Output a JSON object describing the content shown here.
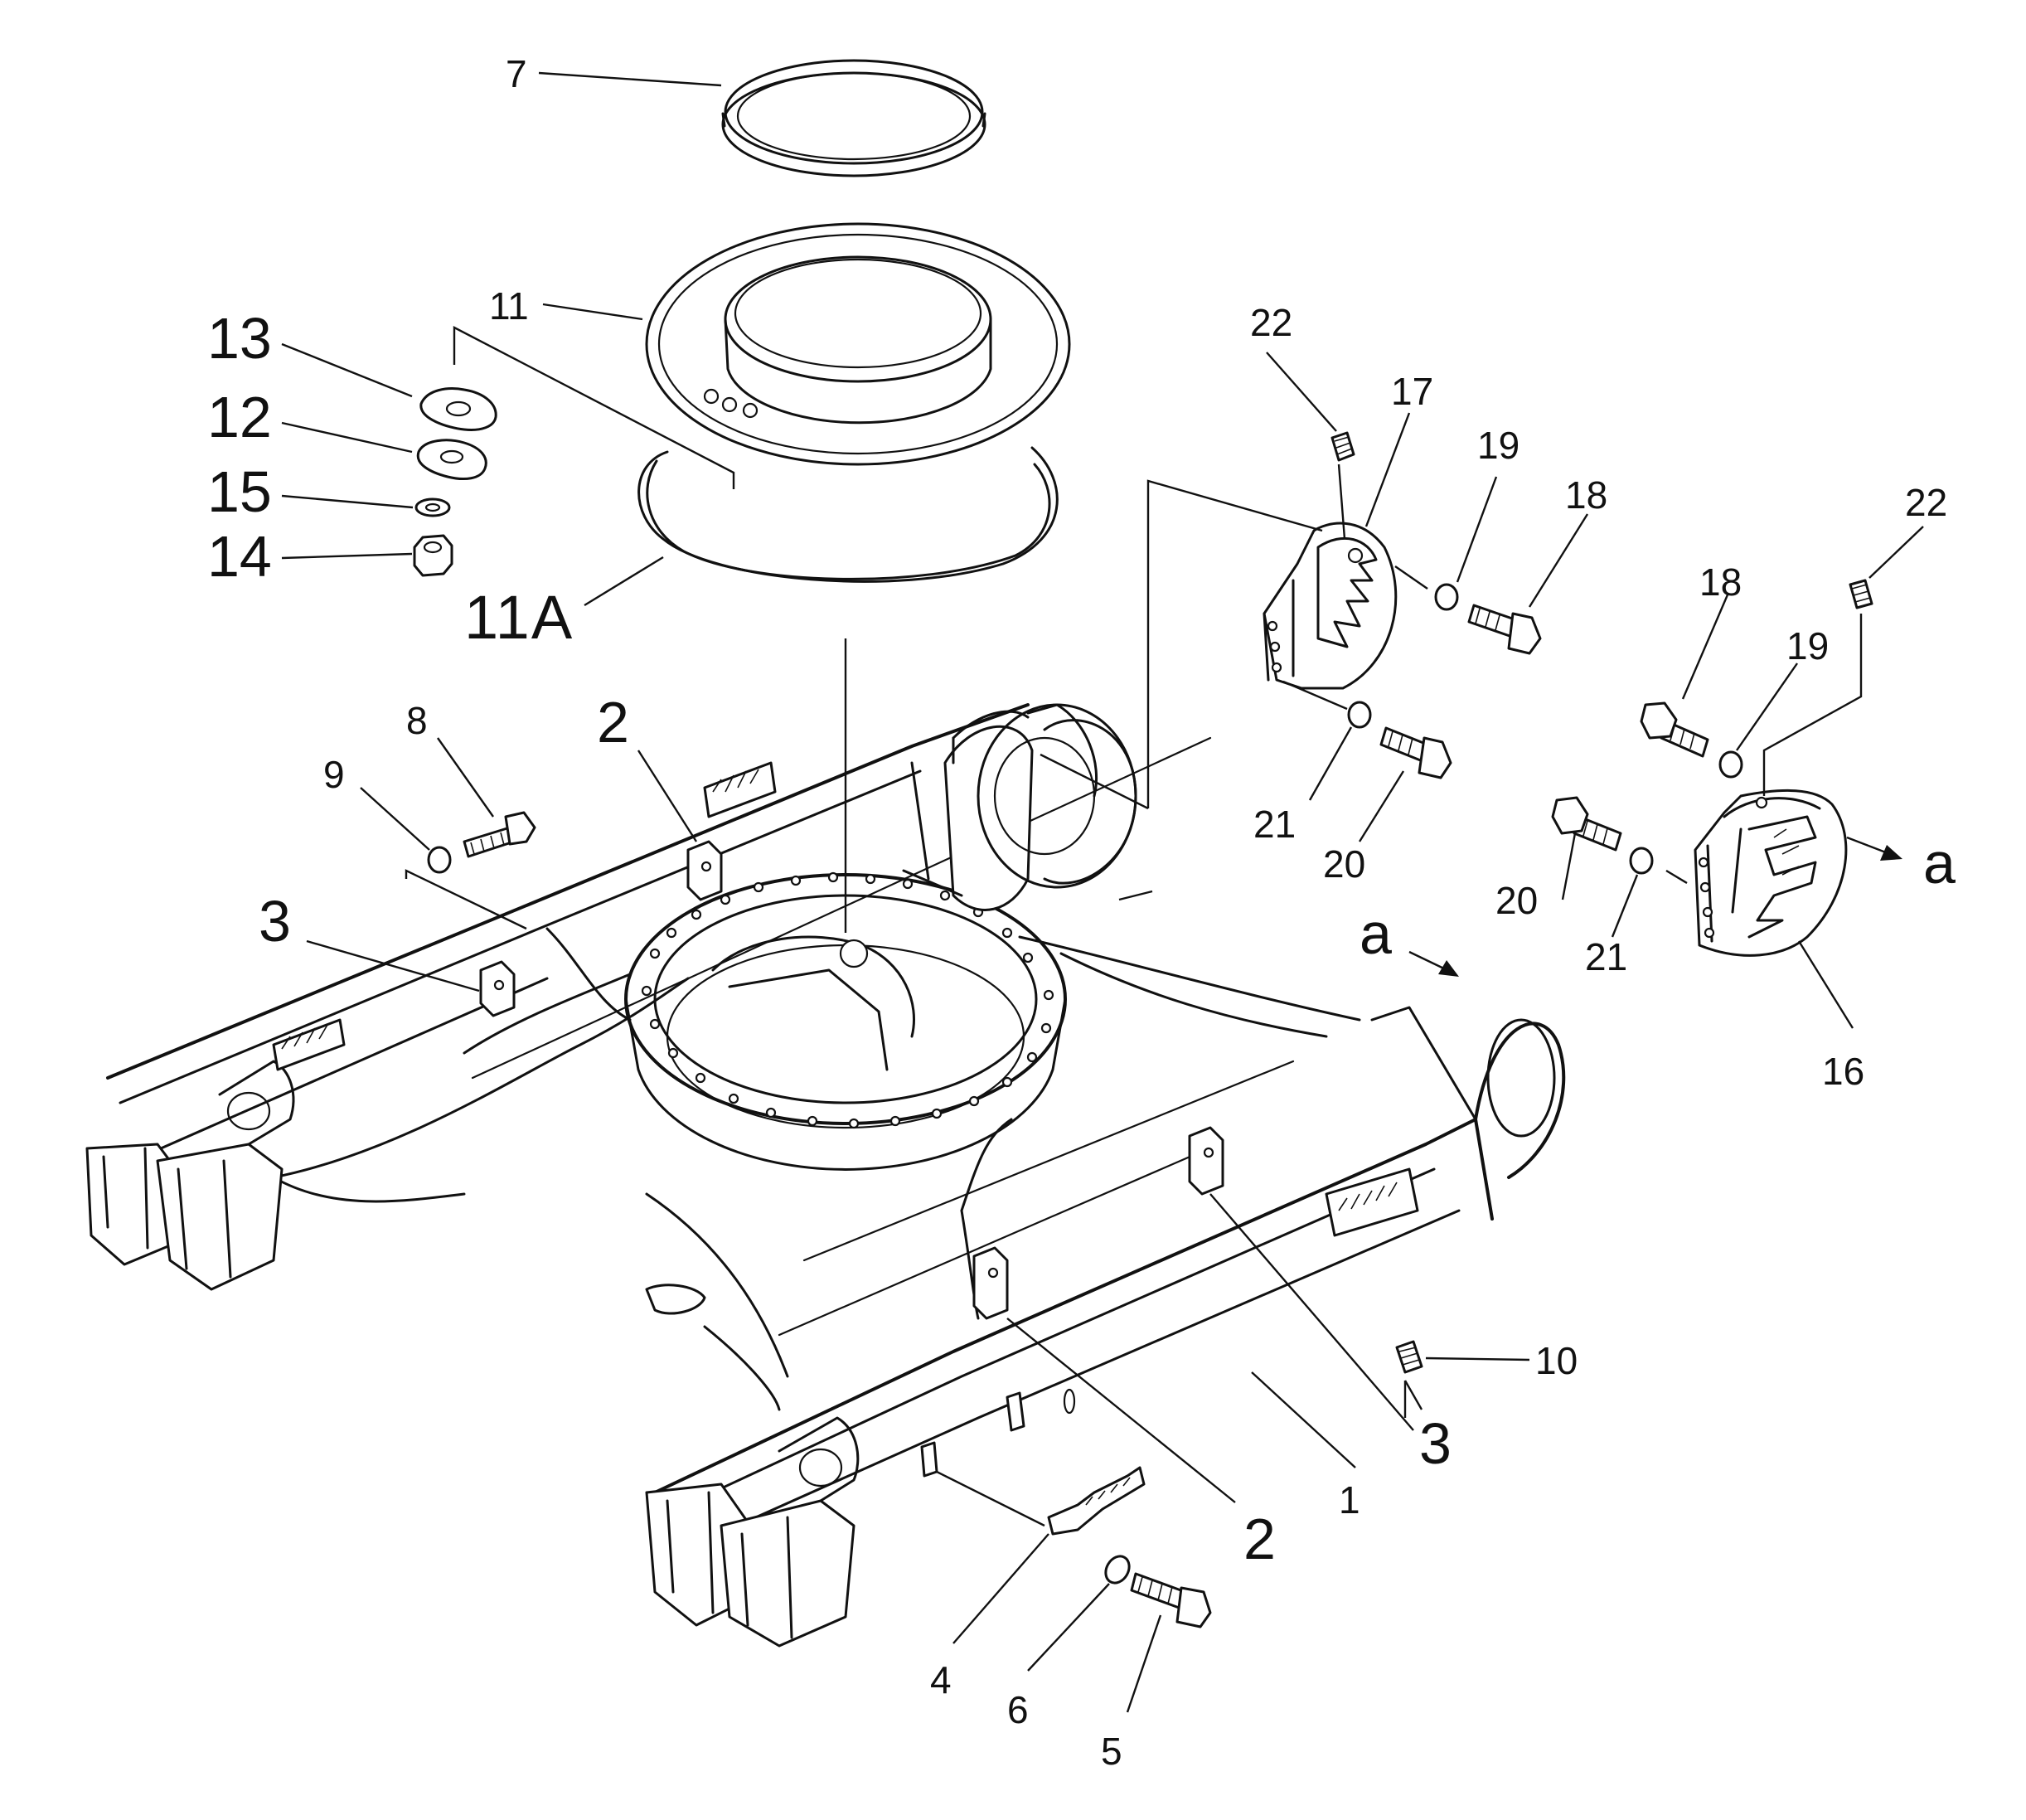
{
  "labels": {
    "l1": "1",
    "l2a": "2",
    "l2b": "2",
    "l3a": "3",
    "l3b": "3",
    "l4": "4",
    "l5": "5",
    "l6": "6",
    "l7": "7",
    "l8": "8",
    "l9": "9",
    "l10": "10",
    "l11": "11",
    "l11a": "11A",
    "l12": "12",
    "l13": "13",
    "l14": "14",
    "l15": "15",
    "l16": "16",
    "l17": "17",
    "l18a": "18",
    "l18b": "18",
    "l19a": "19",
    "l19b": "19",
    "l20a": "20",
    "l20b": "20",
    "l21a": "21",
    "l21b": "21",
    "l22a": "22",
    "l22b": "22",
    "view_a_left": "a",
    "view_a_right": "a"
  }
}
